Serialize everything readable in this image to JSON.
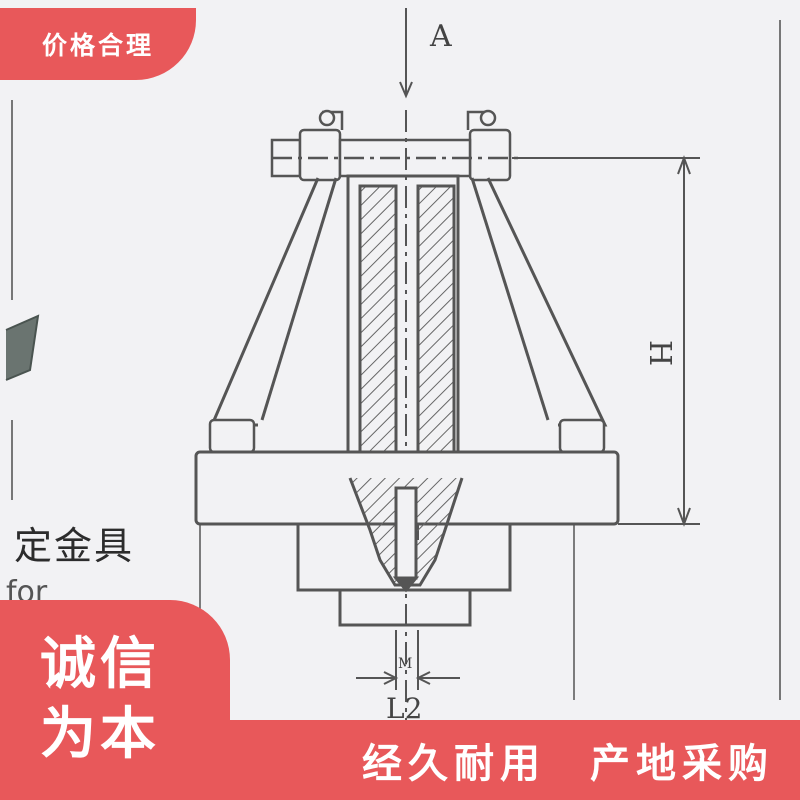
{
  "badges": {
    "top_left": "价格合理",
    "bottom_left_line1": "诚信",
    "bottom_left_line2": "为本"
  },
  "footer": {
    "left": "经久耐用",
    "right": "产地采购"
  },
  "side": {
    "text": "定金具",
    "fragment": "for"
  },
  "drawing": {
    "label_a": "A",
    "label_h": "H",
    "label_m": "M",
    "label_l2": "L2"
  },
  "colors": {
    "accent": "#e8585a",
    "line": "#5a5a5a",
    "background": "#f2f2f4"
  }
}
